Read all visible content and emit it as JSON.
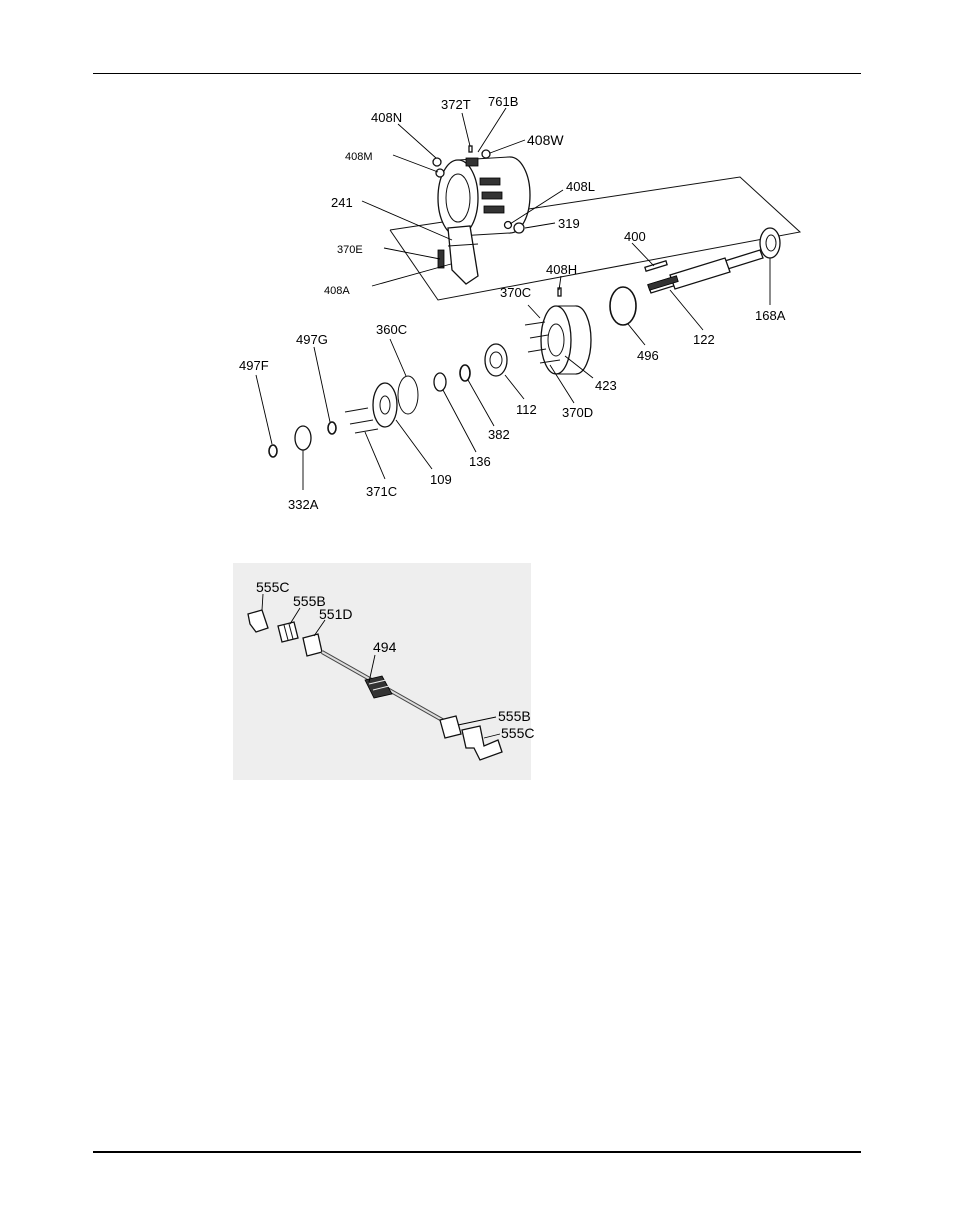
{
  "diagram": {
    "main_labels": {
      "l372T": "372T",
      "l761B": "761B",
      "l408N": "408N",
      "l408W": "408W",
      "l408M": "408M",
      "l408L": "408L",
      "l241": "241",
      "l319": "319",
      "l370E": "370E",
      "l400": "400",
      "l408A": "408A",
      "l408H": "408H",
      "l370C": "370C",
      "l168A": "168A",
      "l497G": "497G",
      "l360C": "360C",
      "l122": "122",
      "l496": "496",
      "l497F": "497F",
      "l423": "423",
      "l112": "112",
      "l370D": "370D",
      "l382": "382",
      "l136": "136",
      "l109": "109",
      "l371C": "371C",
      "l332A": "332A"
    },
    "inset_labels": {
      "l555C_top": "555C",
      "l555B_top": "555B",
      "l551D": "551D",
      "l494": "494",
      "l555B_bot": "555B",
      "l555C_bot": "555C"
    }
  }
}
